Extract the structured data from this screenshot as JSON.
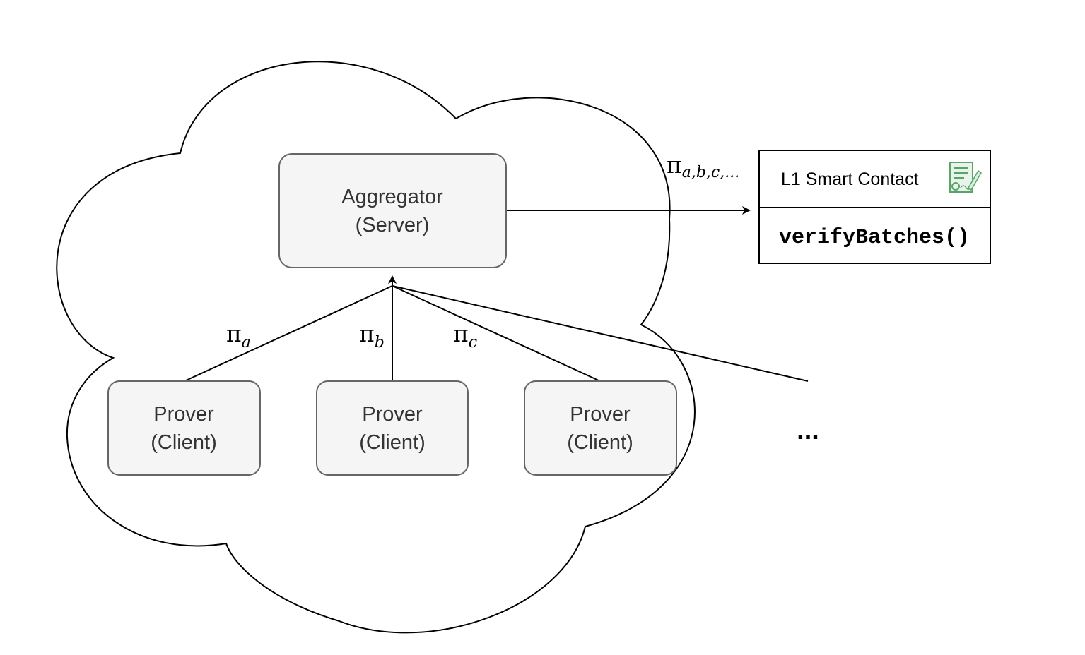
{
  "aggregator": {
    "line1": "Aggregator",
    "line2": "(Server)"
  },
  "provers": [
    {
      "line1": "Prover",
      "line2": "(Client)"
    },
    {
      "line1": "Prover",
      "line2": "(Client)"
    },
    {
      "line1": "Prover",
      "line2": "(Client)"
    }
  ],
  "proof_labels": {
    "a": {
      "symbol": "π",
      "sub": "a"
    },
    "b": {
      "symbol": "π",
      "sub": "b"
    },
    "c": {
      "symbol": "π",
      "sub": "c"
    },
    "batch": {
      "symbol": "π",
      "sub": "a,b,c,..."
    }
  },
  "contract": {
    "title": "L1 Smart Contact",
    "method": "verifyBatches()",
    "icon": "contract-certificate-icon"
  },
  "ellipsis": "...",
  "colors": {
    "box_fill": "#f5f5f5",
    "box_stroke": "#666666",
    "line": "#000000",
    "icon_green": "#5aa469"
  }
}
